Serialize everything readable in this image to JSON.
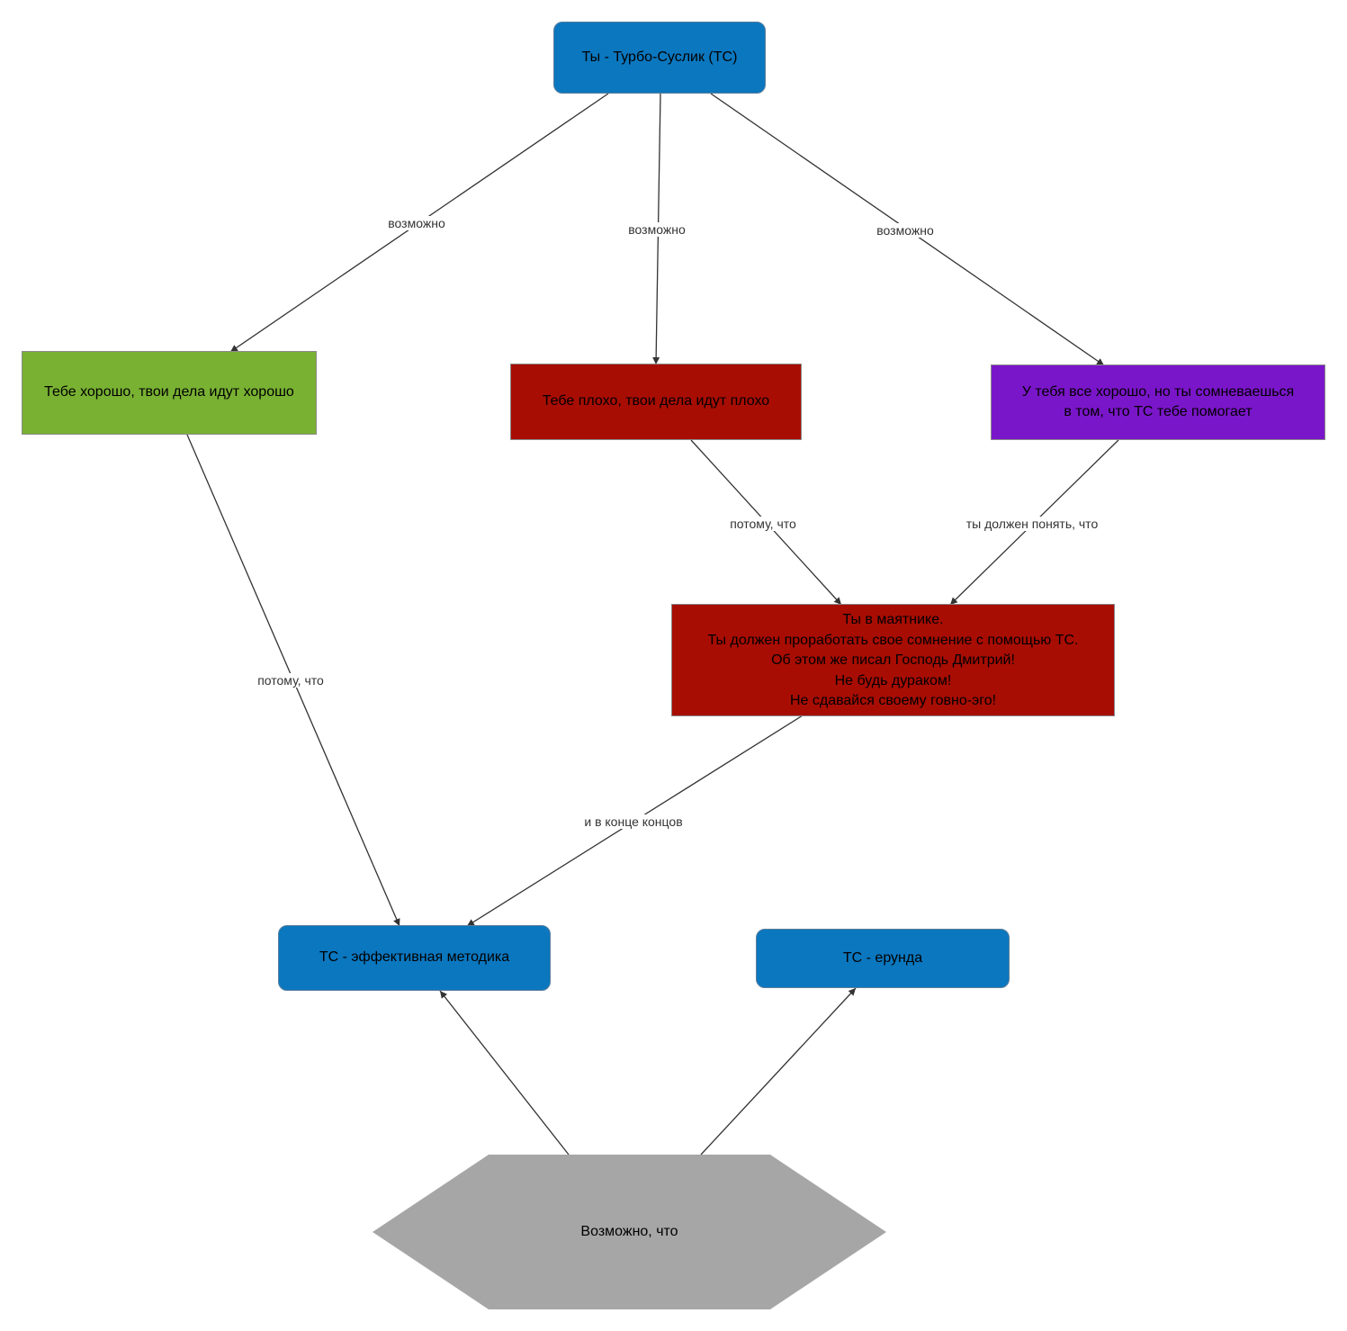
{
  "colors": {
    "blue": "#0b77bf",
    "green": "#79b133",
    "red": "#a80d03",
    "purple": "#7a16c9",
    "gray": "#a6a6a6",
    "edge": "#333333"
  },
  "nodes": {
    "root": {
      "text": "Ты - Турбо-Суслик (ТС)",
      "shape": "rounded",
      "color": "blue"
    },
    "good": {
      "text": "Тебе хорошо, твои дела идут хорошо",
      "shape": "rectangle",
      "color": "green"
    },
    "bad": {
      "text": "Тебе плохо, твои дела идут плохо",
      "shape": "rectangle",
      "color": "red"
    },
    "doubt": {
      "text": "У тебя все хорошо, но ты сомневаешься\nв том, что ТС тебе помогает",
      "shape": "rectangle",
      "color": "purple"
    },
    "pendulum": {
      "text": "Ты в маятнике.\nТы должен проработать свое сомнение с помощью ТС.\nОб этом же писал Господь Дмитрий!\nНе будь дураком!\nНе сдавайся своему говно-эго!",
      "shape": "rectangle",
      "color": "red"
    },
    "effective": {
      "text": "ТС - эффективная методика",
      "shape": "rounded",
      "color": "blue"
    },
    "nonsense": {
      "text": "ТС - ерунда",
      "shape": "rounded",
      "color": "blue"
    },
    "maybe": {
      "text": "Возможно, что",
      "shape": "hexagon",
      "color": "gray"
    }
  },
  "edges": [
    {
      "from": "root",
      "to": "good",
      "label": "возможно"
    },
    {
      "from": "root",
      "to": "bad",
      "label": "возможно"
    },
    {
      "from": "root",
      "to": "doubt",
      "label": "возможно"
    },
    {
      "from": "good",
      "to": "effective",
      "label": "потому, что"
    },
    {
      "from": "bad",
      "to": "pendulum",
      "label": "потому, что"
    },
    {
      "from": "doubt",
      "to": "pendulum",
      "label": "ты должен понять, что"
    },
    {
      "from": "pendulum",
      "to": "effective",
      "label": "и в конце концов"
    },
    {
      "from": "maybe",
      "to": "effective",
      "label": ""
    },
    {
      "from": "maybe",
      "to": "nonsense",
      "label": ""
    }
  ]
}
